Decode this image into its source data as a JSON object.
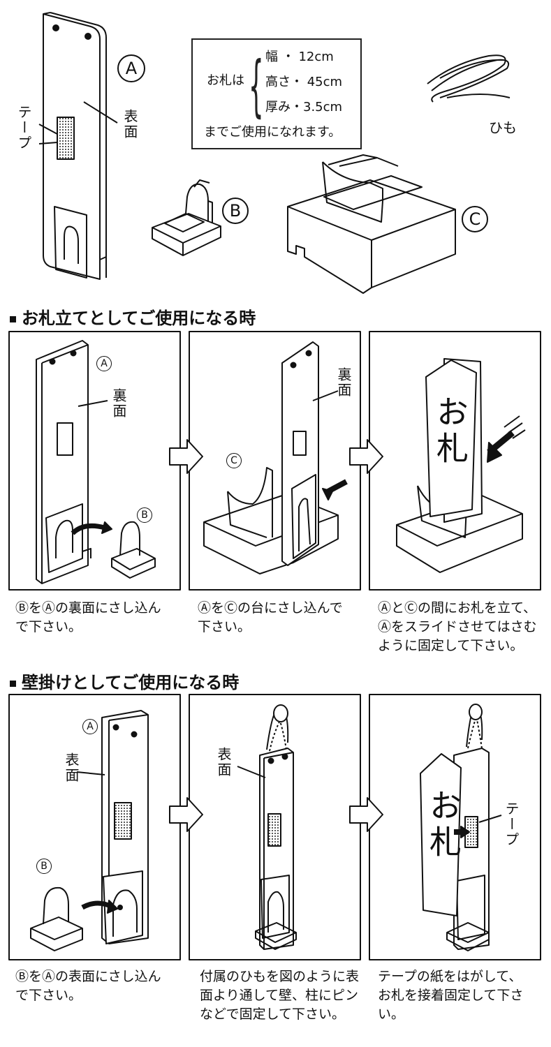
{
  "top": {
    "label_a": "A",
    "label_b": "B",
    "label_c": "C",
    "tape": "テープ",
    "front": "表面",
    "string": "ひも",
    "spec": {
      "lead": "お札は",
      "width": "幅 ・ 12cm",
      "height": "高さ・ 45cm",
      "thickness": "厚み・3.5cm",
      "tail": "までご使用になれます。"
    }
  },
  "section1": {
    "heading": "お札立てとしてご使用になる時",
    "panel1": {
      "a": "A",
      "back": "裏面",
      "b": "B",
      "caption": "ⒷをⒶの裏面にさし込ん\nで下さい。"
    },
    "panel2": {
      "c": "C",
      "back": "裏面",
      "caption": "ⒶをⒸの台にさし込んで\n下さい。"
    },
    "panel3": {
      "fuda": "お札",
      "caption": "ⒶとⒸの間にお札を立て、\nⒶをスライドさせてはさむ\nように固定して下さい。"
    }
  },
  "section2": {
    "heading": "壁掛けとしてご使用になる時",
    "panel1": {
      "a": "A",
      "front": "表面",
      "b": "B",
      "caption": "ⒷをⒶの表面にさし込ん\nで下さい。"
    },
    "panel2": {
      "front": "表面",
      "caption": "付属のひもを図のように表\n面より通して壁、柱にピン\nなどで固定して下さい。"
    },
    "panel3": {
      "fuda": "お札",
      "tape": "テープ",
      "caption": "テープの紙をはがして、\nお札を接着固定して下さ\nい。"
    }
  }
}
